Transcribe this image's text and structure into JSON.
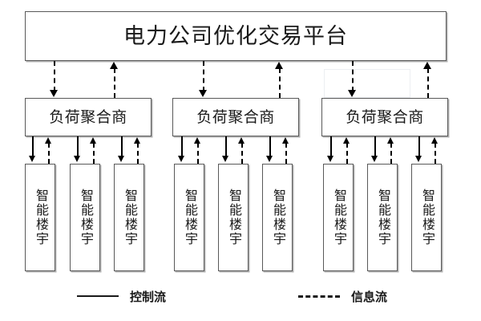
{
  "diagram": {
    "title": "电力公司优化交易平台",
    "platform": {
      "label": "电力公司优化交易平台"
    },
    "aggregators": [
      {
        "label": "负荷聚合商"
      },
      {
        "label": "负荷聚合商"
      },
      {
        "label": "负荷聚合商"
      }
    ],
    "buildings": [
      {
        "label": "智能楼宇"
      },
      {
        "label": "智能楼宇"
      },
      {
        "label": "智能楼宇"
      },
      {
        "label": "智能楼宇"
      },
      {
        "label": "智能楼宇"
      },
      {
        "label": "智能楼宇"
      },
      {
        "label": "智能楼宇"
      },
      {
        "label": "智能楼宇"
      },
      {
        "label": "智能楼宇"
      }
    ],
    "legend": {
      "control_flow": {
        "label": "控制流",
        "line_style": "solid"
      },
      "information_flow": {
        "label": "信息流",
        "line_style": "dashed"
      }
    },
    "colors": {
      "line": "#000000",
      "box_border": "#595959",
      "box_shadow": "#b3b3b3",
      "text": "#1a1a1a",
      "background": "#ffffff",
      "artifact": "#eceef2"
    }
  }
}
